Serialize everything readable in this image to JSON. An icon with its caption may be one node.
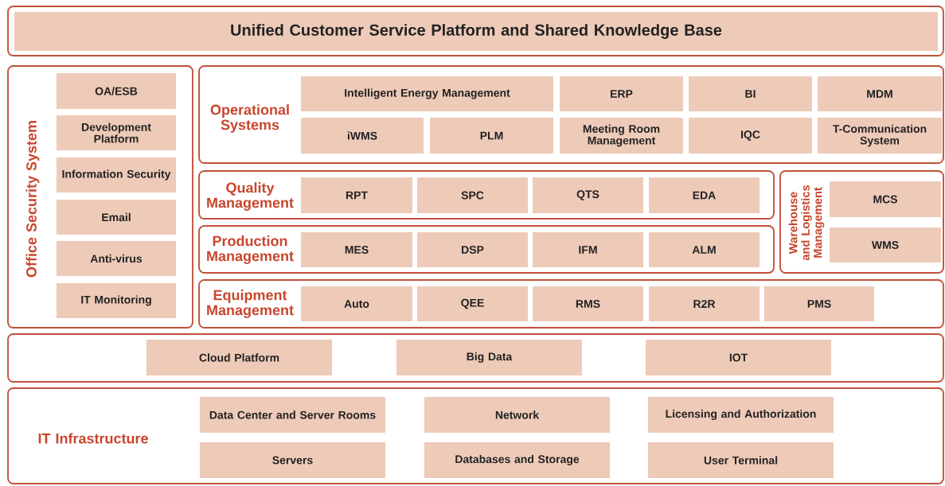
{
  "diagram": {
    "nodes": [
      {
        "text": [],
        "shape": "box"
      },
      {
        "text": [
          "Unified Customer Service Platform and Shared Knowledge Base"
        ],
        "in": 0
      },
      {
        "text": [
          "Office Security System"
        ]
      },
      {
        "text": [
          "OA/ESB"
        ],
        "in": 2
      },
      {
        "text": [
          "Development Platform"
        ],
        "in": 2
      },
      {
        "text": [
          "Information Security"
        ],
        "in": 2
      },
      {
        "text": [
          "Email"
        ],
        "in": 2
      },
      {
        "text": [
          "Anti-virus"
        ],
        "in": 2
      },
      {
        "text": [
          "IT Monitoring"
        ],
        "in": 2
      },
      {
        "text": [
          "Operational Systems"
        ]
      },
      {
        "text": [
          "Intelligent Energy Management"
        ],
        "in": 9
      },
      {
        "text": [
          "ERP"
        ],
        "in": 9
      },
      {
        "text": [
          "BI"
        ],
        "in": 9
      },
      {
        "text": [
          "MDM"
        ],
        "in": 9
      },
      {
        "text": [
          "iWMS"
        ],
        "in": 9
      },
      {
        "text": [
          "PLM"
        ],
        "in": 9
      },
      {
        "text": [
          "Meeting Room Management"
        ],
        "in": 9
      },
      {
        "text": [
          "IQC"
        ],
        "in": 9
      },
      {
        "text": [
          "T-Communication System"
        ],
        "in": 9
      },
      {
        "text": [
          "Quality Management"
        ]
      },
      {
        "text": [
          "RPT"
        ],
        "in": 19
      },
      {
        "text": [
          "SPC"
        ],
        "in": 19
      },
      {
        "text": [
          "QTS"
        ],
        "in": 19
      },
      {
        "text": [
          "EDA"
        ],
        "in": 19
      },
      {
        "text": [
          "Production Management"
        ]
      },
      {
        "text": [
          "MES"
        ],
        "in": 24
      },
      {
        "text": [
          "DSP"
        ],
        "in": 24
      },
      {
        "text": [
          "IFM"
        ],
        "in": 24
      },
      {
        "text": [
          "ALM"
        ],
        "in": 24
      },
      {
        "text": [
          "Warehouse and Logistics Management"
        ]
      },
      {
        "text": [
          "MCS"
        ],
        "in": 29
      },
      {
        "text": [
          "WMS"
        ],
        "in": 29
      },
      {
        "text": [
          "Equipment Management"
        ]
      },
      {
        "text": [
          "Auto"
        ],
        "in": 32
      },
      {
        "text": [
          "QEE"
        ],
        "in": 32
      },
      {
        "text": [
          "RMS"
        ],
        "in": 32
      },
      {
        "text": [
          "R2R"
        ],
        "in": 32
      },
      {
        "text": [
          "PMS"
        ],
        "in": 32
      },
      {
        "text": [],
        "shape": "box"
      },
      {
        "text": [
          "Cloud Platform"
        ],
        "in": 38
      },
      {
        "text": [
          "Big Data"
        ],
        "in": 38
      },
      {
        "text": [
          "IOT"
        ],
        "in": 38
      },
      {
        "text": [
          "IT Infrastructure"
        ]
      },
      {
        "text": [
          "Data Center and Server Rooms"
        ],
        "in": 42
      },
      {
        "text": [
          "Network"
        ],
        "in": 42
      },
      {
        "text": [
          "Licensing and Authorization"
        ],
        "in": 42
      },
      {
        "text": [
          "Servers"
        ],
        "in": 42
      },
      {
        "text": [
          "Databases and Storage"
        ],
        "in": 42
      },
      {
        "text": [
          "User Terminal"
        ],
        "in": 42
      }
    ]
  }
}
